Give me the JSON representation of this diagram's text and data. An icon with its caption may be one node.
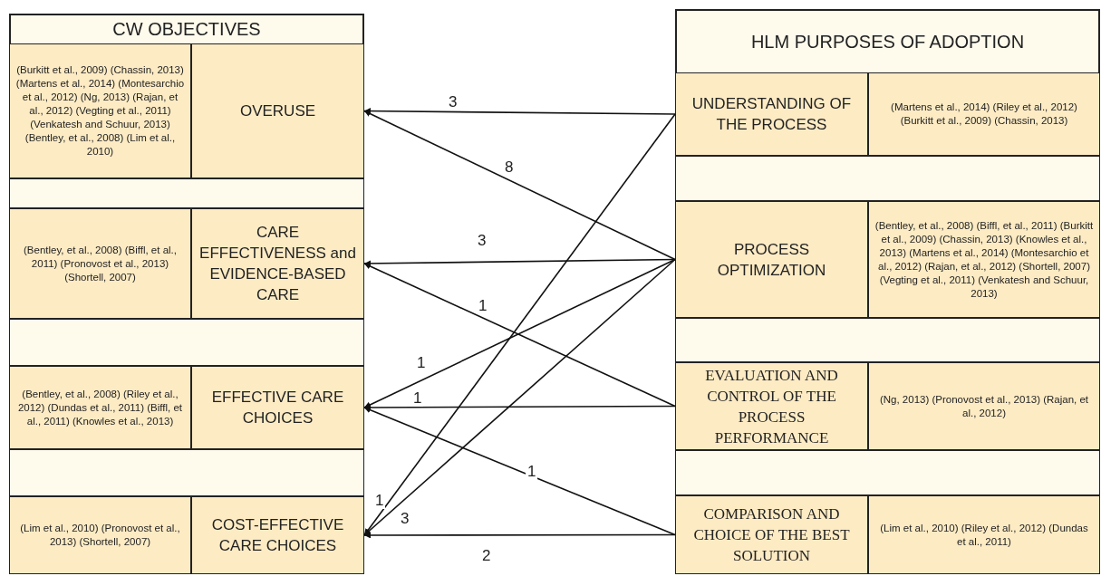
{
  "diagram": {
    "nodes": [
      {
        "text": [
          "CW OBJECTIVES"
        ]
      },
      {
        "text": [
          "(Burkitt et al., 2009) (Chassin, 2013) (Martens et al., 2014) (Montesarchio et al., 2012) (Ng, 2013) (Rajan, et al., 2012) (Vegting et al., 2011) (Venkatesh and Schuur, 2013) (Bentley, et al., 2008) (Lim et al., 2010)"
        ],
        "in": 0
      },
      {
        "text": [
          "OVERUSE"
        ],
        "in": 0
      },
      {
        "text": [],
        "shape": "bar",
        "in": 0
      },
      {
        "text": [
          "(Bentley, et al., 2008) (Biffl, et al., 2011) (Pronovost et al., 2013) (Shortell, 2007)"
        ],
        "in": 0
      },
      {
        "text": [
          "CARE EFFECTIVENESS and EVIDENCE-BASED CARE"
        ],
        "in": 0
      },
      {
        "text": [],
        "shape": "bar",
        "in": 0
      },
      {
        "text": [
          "(Bentley, et al., 2008) (Riley et al., 2012) (Dundas et al., 2011) (Biffl, et al., 2011) (Knowles et al., 2013)"
        ],
        "in": 0
      },
      {
        "text": [
          "EFFECTIVE CARE CHOICES"
        ],
        "in": 0
      },
      {
        "text": [],
        "shape": "bar",
        "in": 0
      },
      {
        "text": [
          "(Lim et al., 2010) (Pronovost et al., 2013) (Shortell, 2007)"
        ],
        "in": 0
      },
      {
        "text": [
          "COST-EFFECTIVE CARE CHOICES"
        ],
        "in": 0
      },
      {
        "text": [
          "HLM PURPOSES OF ADOPTION"
        ]
      },
      {
        "text": [
          "UNDERSTANDING OF THE PROCESS"
        ],
        "in": 12
      },
      {
        "text": [
          "(Martens et al., 2014) (Riley et al., 2012) (Burkitt et al., 2009) (Chassin, 2013)"
        ],
        "in": 12
      },
      {
        "text": [],
        "shape": "bar",
        "in": 12
      },
      {
        "text": [
          "PROCESS OPTIMIZATION"
        ],
        "in": 12
      },
      {
        "text": [
          "(Bentley, et al., 2008) (Biffl, et al., 2011) (Burkitt et al., 2009) (Chassin, 2013) (Knowles et al., 2013) (Martens et al., 2014) (Montesarchio et al., 2012) (Rajan, et al., 2012) (Shortell, 2007) (Vegting et al., 2011) (Venkatesh and Schuur, 2013)"
        ],
        "in": 12
      },
      {
        "text": [],
        "shape": "bar",
        "in": 12
      },
      {
        "text": [
          "EVALUATION AND CONTROL OF THE PROCESS PERFORMANCE"
        ],
        "in": 12
      },
      {
        "text": [
          "(Ng, 2013) (Pronovost et al., 2013) (Rajan, et al., 2012)"
        ],
        "in": 12
      },
      {
        "text": [],
        "shape": "bar",
        "in": 12
      },
      {
        "text": [
          "COMPARISON AND CHOICE OF THE BEST SOLUTION"
        ],
        "in": 12
      },
      {
        "text": [
          "(Lim et al., 2010) (Riley et al., 2012) (Dundas et al., 2011)"
        ],
        "in": 12
      }
    ],
    "edges": [
      {
        "from": 13,
        "to": 2,
        "arrow": "to",
        "label": "3"
      },
      {
        "from": 16,
        "to": 2,
        "arrow": "to",
        "label": "8"
      },
      {
        "from": 16,
        "to": 5,
        "arrow": "to",
        "label": "3"
      },
      {
        "from": 19,
        "to": 5,
        "arrow": "to",
        "label": "1"
      },
      {
        "from": 16,
        "to": 8,
        "arrow": "to",
        "label": "1"
      },
      {
        "from": 19,
        "to": 8,
        "arrow": "to",
        "label": "1"
      },
      {
        "from": 22,
        "to": 8,
        "arrow": "to",
        "label": "1"
      },
      {
        "from": 13,
        "to": 11,
        "arrow": "to",
        "label": "1"
      },
      {
        "from": 16,
        "to": 11,
        "arrow": "to",
        "label": "3"
      },
      {
        "from": 22,
        "to": 11,
        "arrow": "to",
        "label": "2"
      }
    ]
  }
}
